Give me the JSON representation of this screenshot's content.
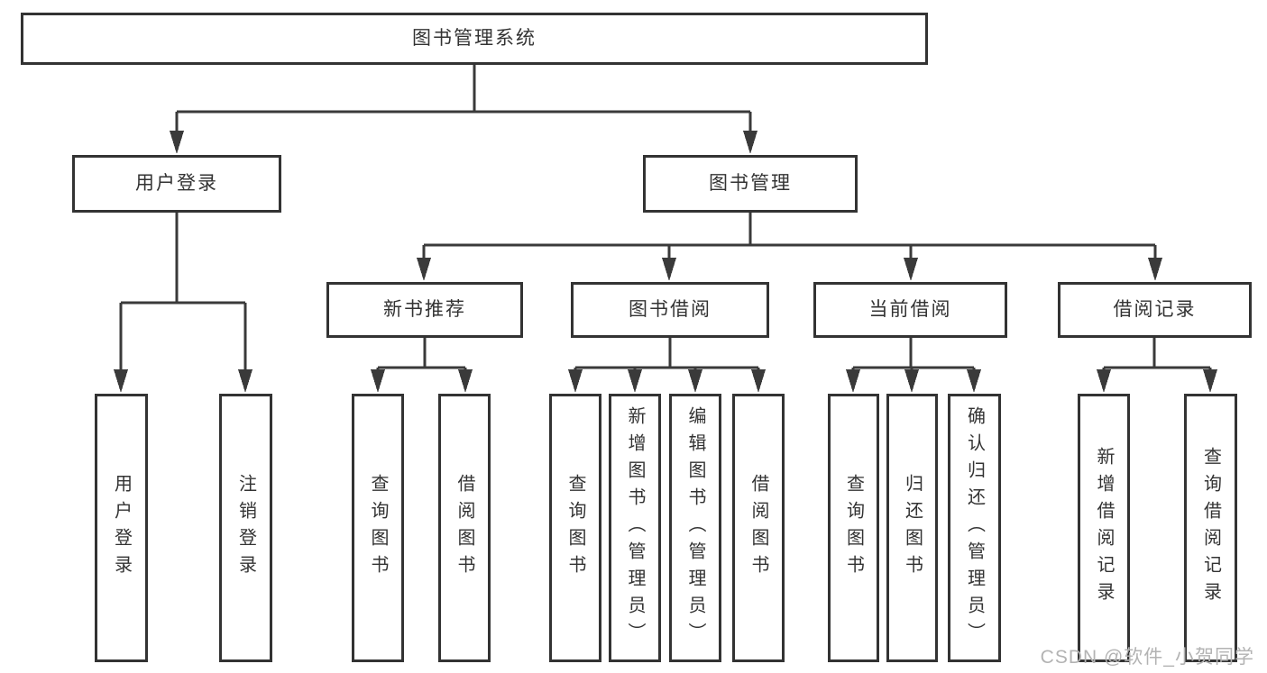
{
  "diagram": {
    "root": {
      "label": "图书管理系统"
    },
    "branches": [
      {
        "label": "用户登录",
        "children": [
          {
            "label": "用户登录"
          },
          {
            "label": "注销登录"
          }
        ]
      },
      {
        "label": "图书管理",
        "children": [
          {
            "label": "新书推荐",
            "children": [
              {
                "label": "查询图书"
              },
              {
                "label": "借阅图书"
              }
            ]
          },
          {
            "label": "图书借阅",
            "children": [
              {
                "label": "查询图书"
              },
              {
                "label": "新增图书（管理员）"
              },
              {
                "label": "编辑图书（管理员）"
              },
              {
                "label": "借阅图书"
              }
            ]
          },
          {
            "label": "当前借阅",
            "children": [
              {
                "label": "查询图书"
              },
              {
                "label": "归还图书"
              },
              {
                "label": "确认归还（管理员）"
              }
            ]
          },
          {
            "label": "借阅记录",
            "children": [
              {
                "label": "新增借阅记录"
              },
              {
                "label": "查询借阅记录"
              }
            ]
          }
        ]
      }
    ]
  },
  "watermark": {
    "text": "CSDN @软件_小贺同学"
  },
  "colors": {
    "background": "#ffffff",
    "line": "#3a3a3a",
    "box_border": "#333333",
    "text": "#333333",
    "watermark": "#b3b3b3"
  }
}
